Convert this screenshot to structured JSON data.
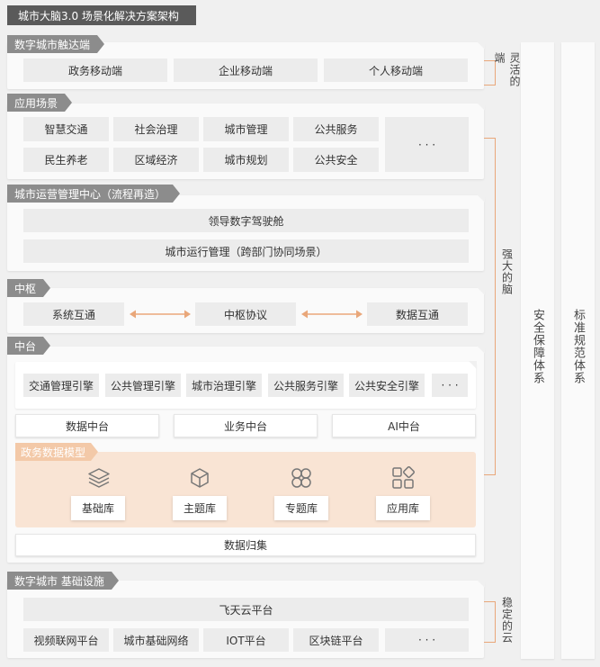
{
  "title": "城市大脑3.0 场景化解决方案架构",
  "layers": {
    "access": {
      "tag": "数字城市触达端",
      "items": [
        "政务移动端",
        "企业移动端",
        "个人移动端"
      ]
    },
    "scenes": {
      "tag": "应用场景",
      "items": [
        "智慧交通",
        "社会治理",
        "城市管理",
        "公共服务",
        "民生养老",
        "区域经济",
        "城市规划",
        "公共安全"
      ],
      "more": "· · ·"
    },
    "ops": {
      "tag": "城市运营管理中心（流程再造）",
      "items": [
        "领导数字驾驶舱",
        "城市运行管理（跨部门协同场景）"
      ]
    },
    "hub": {
      "tag": "中枢",
      "items": [
        "系统互通",
        "中枢协议",
        "数据互通"
      ]
    },
    "platform": {
      "tag": "中台",
      "engines": [
        "交通管理引擎",
        "公共管理引擎",
        "城市治理引擎",
        "公共服务引擎",
        "公共安全引擎"
      ],
      "engines_more": "· · ·",
      "middles": [
        "数据中台",
        "业务中台",
        "AI中台"
      ],
      "model_tag": "政务数据模型",
      "model_items": [
        "基础库",
        "主题库",
        "专题库",
        "应用库"
      ],
      "collect": "数据归集"
    },
    "infra": {
      "tag": "数字城市 基础设施",
      "cloud": "飞天云平台",
      "items": [
        "视频联网平台",
        "城市基础网络",
        "IOT平台",
        "区块链平台"
      ],
      "more": "· · ·"
    }
  },
  "side_labels": {
    "flexible": "灵活的端",
    "strong": "强大的脑",
    "stable": "稳定的云"
  },
  "pillars": [
    "安全保障体系",
    "标准规范体系"
  ],
  "colors": {
    "accent": "#e9a77a",
    "tag": "#8c8c8c",
    "model_bg": "#f9e4d4"
  }
}
